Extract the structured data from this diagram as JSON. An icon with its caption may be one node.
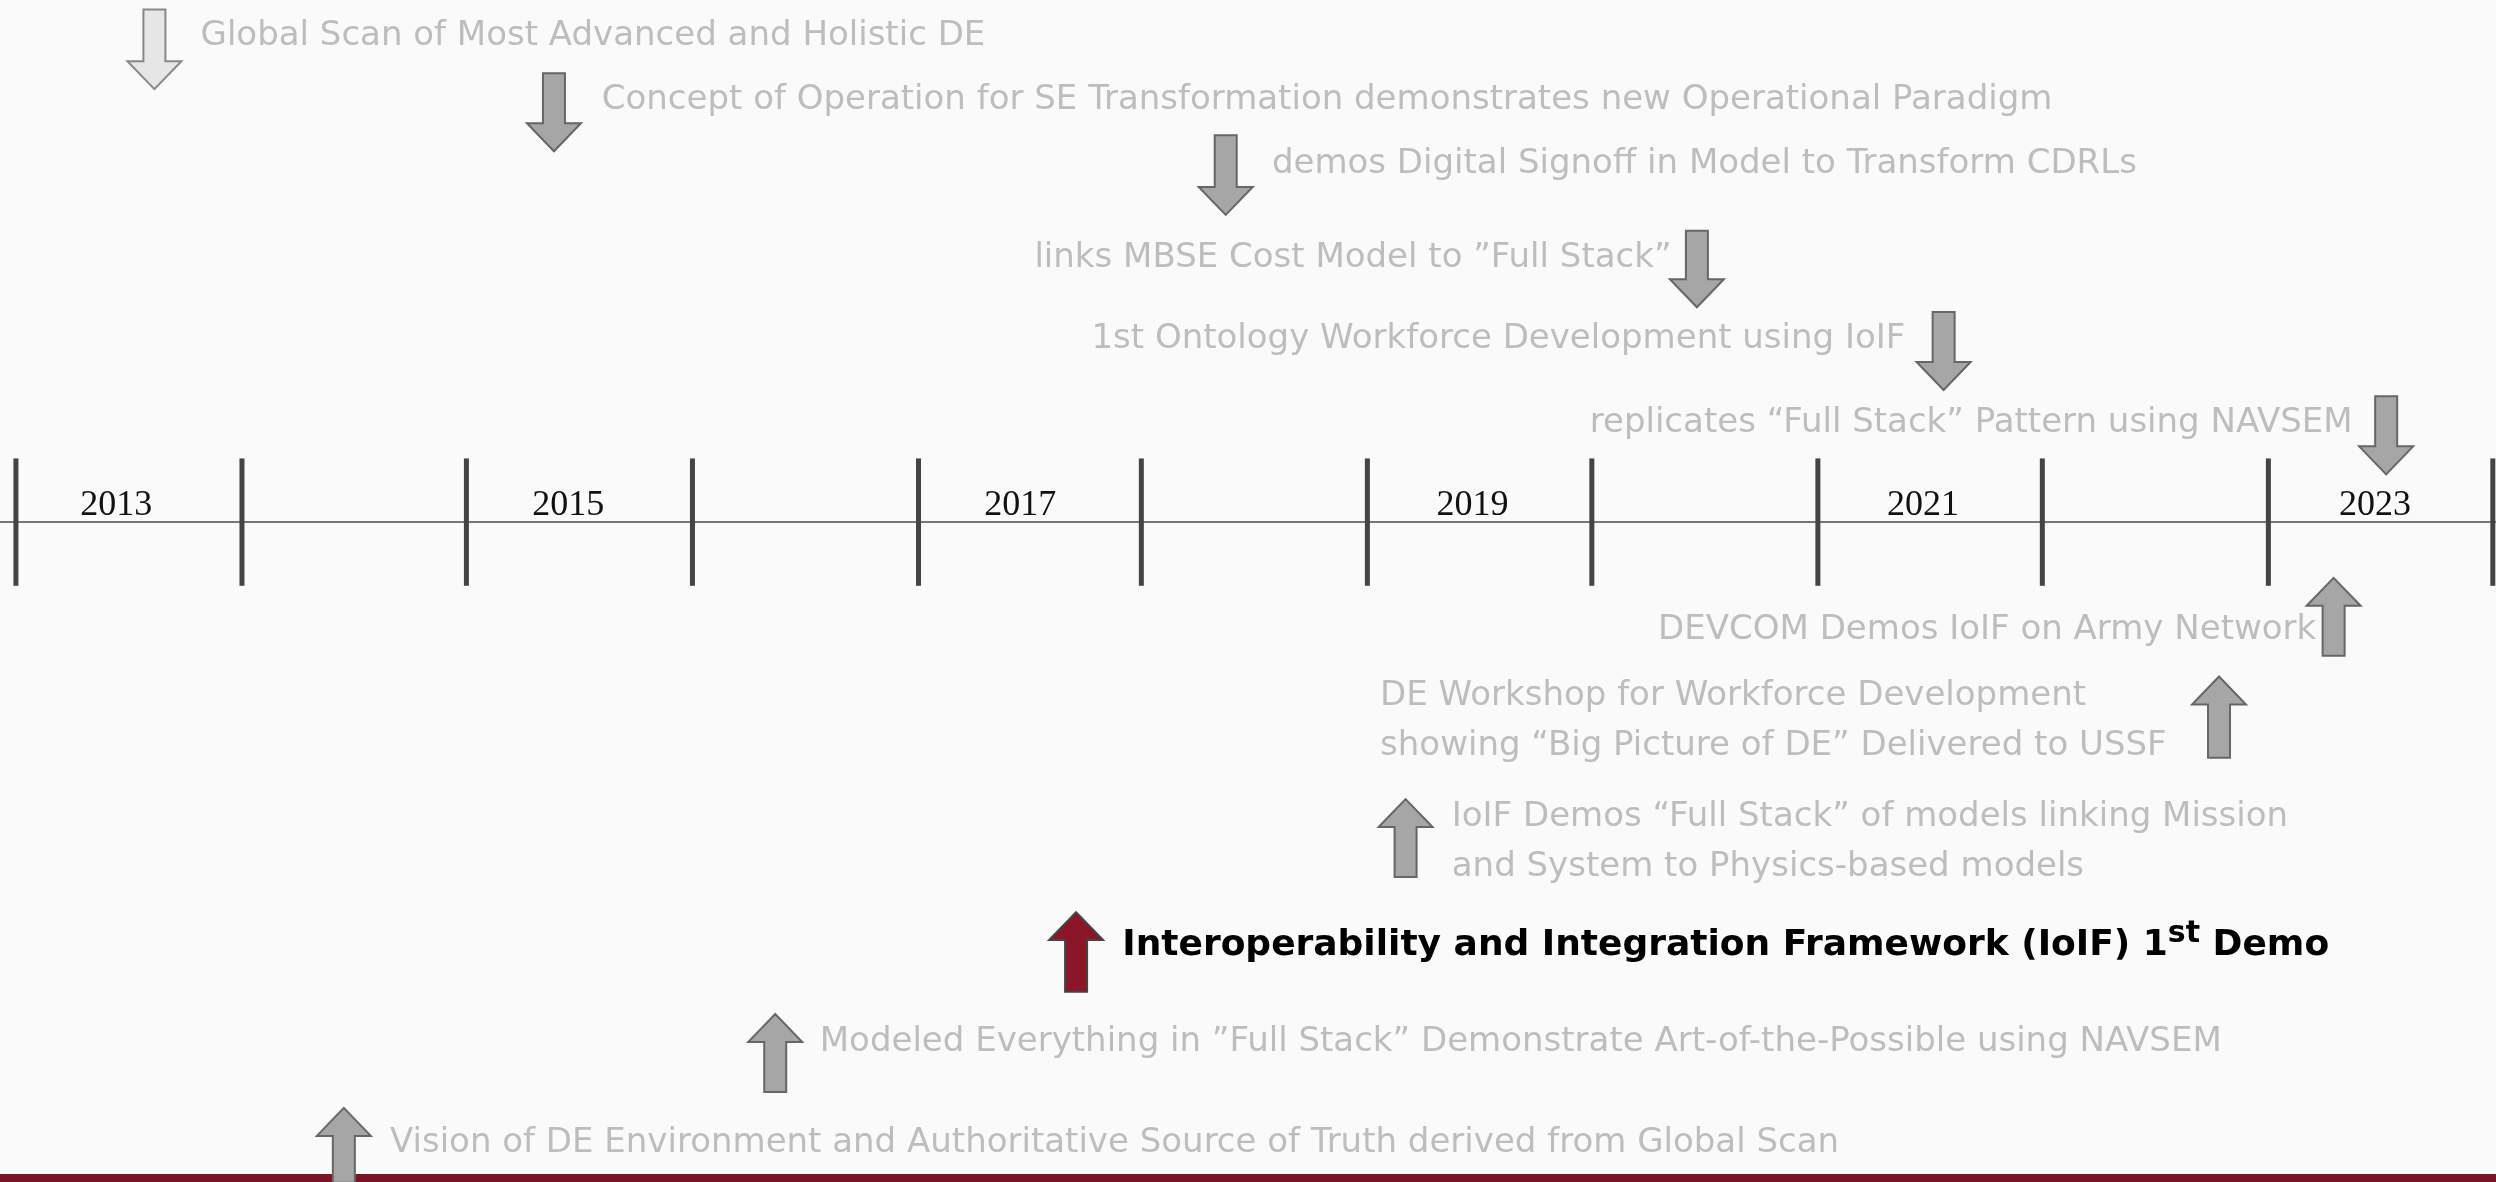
{
  "diagram": {
    "labels": [
      "Global Scan of Most Advanced and Holistic DE",
      "Concept of Operation for SE Transformation demonstrates new Operational Paradigm",
      "demos Digital Signoff in Model to Transform CDRLs",
      "links MBSE Cost Model to ”Full Stack”",
      "1st Ontology Workforce Development using IoIF",
      "replicates “Full Stack” Pattern using NAVSEM",
      "2013",
      "2015",
      "2017",
      "2019",
      "2021",
      "2023",
      "DEVCOM Demos IoIF on Army Network",
      "DE Workshop for Workforce Development showing “Big Picture of DE” Delivered to USSF",
      "IoIF Demos “Full Stack” of models linking Mission and System to Physics-based models",
      "Interoperability and Integration Framework (IoIF) 1$^{st}$ Demo",
      "Modeled Everything in ”Full Stack” Demonstrate Art-of-the-Possible using NAVSEM",
      "Vision of DE Environment and Authoritative Source of Truth derived from Global Scan"
    ]
  }
}
